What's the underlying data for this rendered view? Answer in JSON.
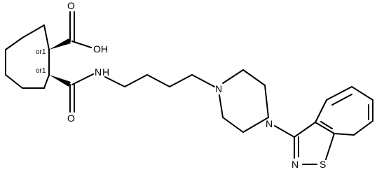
{
  "molecule": {
    "atoms": {
      "oh": "OH",
      "o_carboxyl": "O",
      "o_amide": "O",
      "nh": "N",
      "h": "H",
      "n_piperazine_1": "N",
      "n_piperazine_2": "N",
      "n_isothiazole": "N",
      "s_isothiazole": "S"
    },
    "stereo_labels": {
      "c1": "or1",
      "c2": "or1"
    }
  },
  "colors": {
    "bond": "#000000",
    "background": "#ffffff"
  }
}
